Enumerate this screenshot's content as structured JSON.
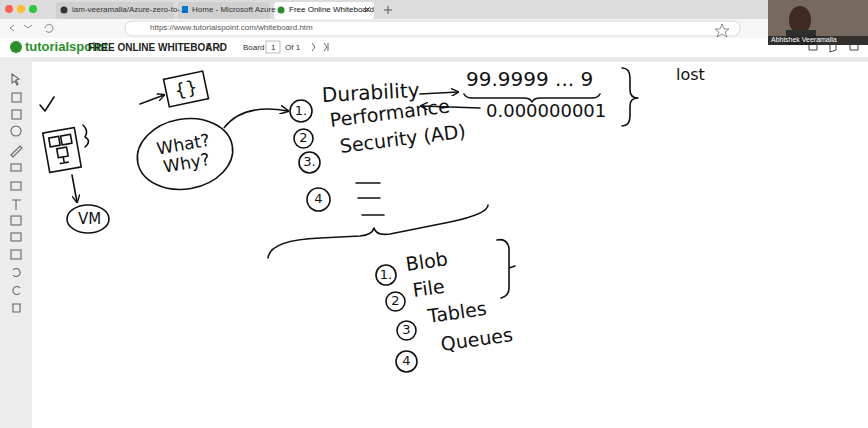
{
  "diagram": {
    "nodes": [
      {
        "text": [
          "{}"
        ]
      },
      {
        "text": [
          "What? Why?"
        ]
      },
      {
        "text": [
          "VM"
        ]
      },
      {
        "text": [
          "1."
        ]
      },
      {
        "text": [
          "2"
        ]
      },
      {
        "text": [
          "3."
        ]
      },
      {
        "text": [
          "4"
        ]
      },
      {
        "text": [
          "1."
        ]
      },
      {
        "text": [
          "2"
        ]
      },
      {
        "text": [
          "3"
        ]
      },
      {
        "text": [
          "4"
        ]
      }
    ],
    "edges": [
      {
        "from": 1,
        "to": 3,
        "arrow": "to"
      }
    ],
    "labels": [
      "iam-veeramalla/Azure-zero-to-...",
      "Home - Microsoft Azure",
      "Free Online Whiteboard",
      "https://www.tutorialspoint.com/whiteboard.htm",
      "tutorialspoint",
      "FREE ONLINE WHITEBOARD",
      "Board",
      "1",
      "Of 1",
      "Abhishek Veeramalla",
      "Durability",
      "99.9999 ... 9",
      "0.000000001",
      "lost",
      "Performance",
      "Security (AD)",
      "Blob",
      "File",
      "Tables",
      "Queues"
    ]
  }
}
